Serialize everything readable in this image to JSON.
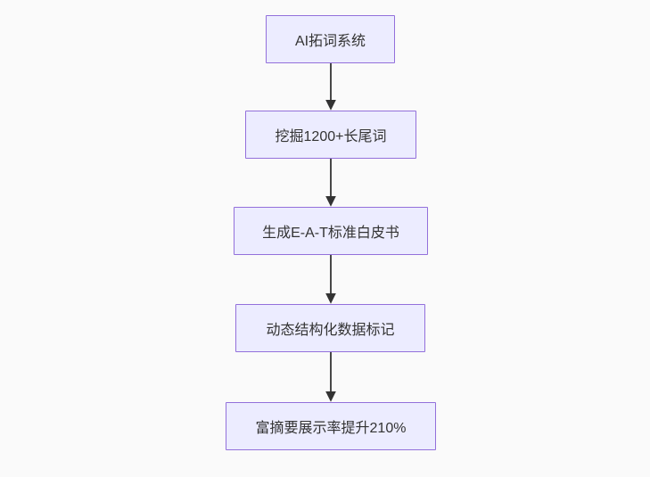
{
  "diagram": {
    "type": "flowchart-top-down",
    "nodes": [
      {
        "id": "n1",
        "label": "AI拓词系统"
      },
      {
        "id": "n2",
        "label": "挖掘1200+长尾词"
      },
      {
        "id": "n3",
        "label": "生成E-A-T标准白皮书"
      },
      {
        "id": "n4",
        "label": "动态结构化数据标记"
      },
      {
        "id": "n5",
        "label": "富摘要展示率提升210%"
      }
    ],
    "edges": [
      {
        "from": "n1",
        "to": "n2",
        "style": "solid-arrow"
      },
      {
        "from": "n2",
        "to": "n3",
        "style": "solid-arrow"
      },
      {
        "from": "n3",
        "to": "n4",
        "style": "solid-arrow"
      },
      {
        "from": "n4",
        "to": "n5",
        "style": "solid-arrow"
      }
    ],
    "colors": {
      "background": "#FAFAFA",
      "node_fill": "#ECECFF",
      "node_border": "#9370DB",
      "arrow": "#333333",
      "text": "#333333"
    }
  }
}
